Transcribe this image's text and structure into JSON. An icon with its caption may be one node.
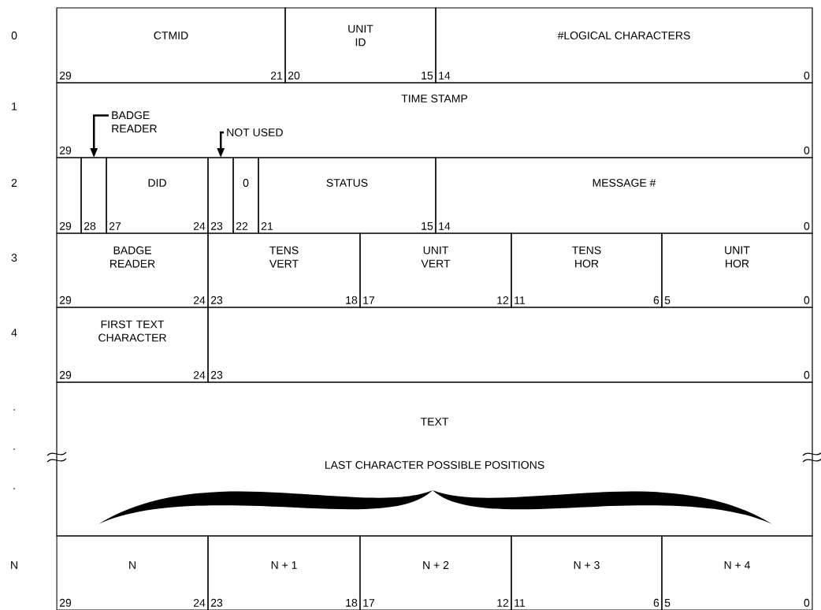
{
  "diagram": {
    "nodes": [
      {
        "text": [
          "CTMID",
          "29",
          "21"
        ]
      },
      {
        "text": [
          "UNIT ID",
          "20",
          "15"
        ]
      },
      {
        "text": [
          "#LOGICAL CHARACTERS",
          "14",
          "0"
        ]
      },
      {
        "text": [
          "TIME STAMP",
          "29",
          "0"
        ]
      },
      {
        "text": [
          "BADGE READER"
        ],
        "in": 3
      },
      {
        "text": [
          "NOT USED"
        ],
        "in": 3
      },
      {
        "text": [
          "29"
        ]
      },
      {
        "text": [
          "28"
        ]
      },
      {
        "text": [
          "DID",
          "27",
          "24"
        ]
      },
      {
        "text": [
          "23"
        ]
      },
      {
        "text": [
          "0",
          "22"
        ]
      },
      {
        "text": [
          "STATUS",
          "21",
          "15"
        ]
      },
      {
        "text": [
          "MESSAGE #",
          "14",
          "0"
        ]
      },
      {
        "text": [
          "BADGE READER",
          "29",
          "24"
        ]
      },
      {
        "text": [
          "TENS VERT",
          "23",
          "18"
        ]
      },
      {
        "text": [
          "UNIT VERT",
          "17",
          "12"
        ]
      },
      {
        "text": [
          "TENS HOR",
          "11",
          "6"
        ]
      },
      {
        "text": [
          "UNIT HOR",
          "5",
          "0"
        ]
      },
      {
        "text": [
          "FIRST TEXT CHARACTER",
          "29",
          "24"
        ]
      },
      {
        "text": [
          "23",
          "0"
        ]
      },
      {
        "text": [
          "TEXT",
          "LAST CHARACTER POSSIBLE POSITIONS"
        ]
      },
      {
        "text": [
          "N",
          "29",
          "24"
        ]
      },
      {
        "text": [
          "N + 1",
          "23",
          "18"
        ]
      },
      {
        "text": [
          "N + 2",
          "17",
          "12"
        ]
      },
      {
        "text": [
          "N + 3",
          "11",
          "6"
        ]
      },
      {
        "text": [
          "N + 4",
          "5",
          "0"
        ]
      }
    ],
    "edges": [
      {
        "from": 4,
        "to": 7,
        "arrow": "to"
      },
      {
        "from": 5,
        "to": 9,
        "arrow": "to"
      }
    ],
    "labels": [
      "0",
      "1",
      "2",
      "3",
      "4",
      ".",
      ".",
      ".",
      "N"
    ]
  }
}
